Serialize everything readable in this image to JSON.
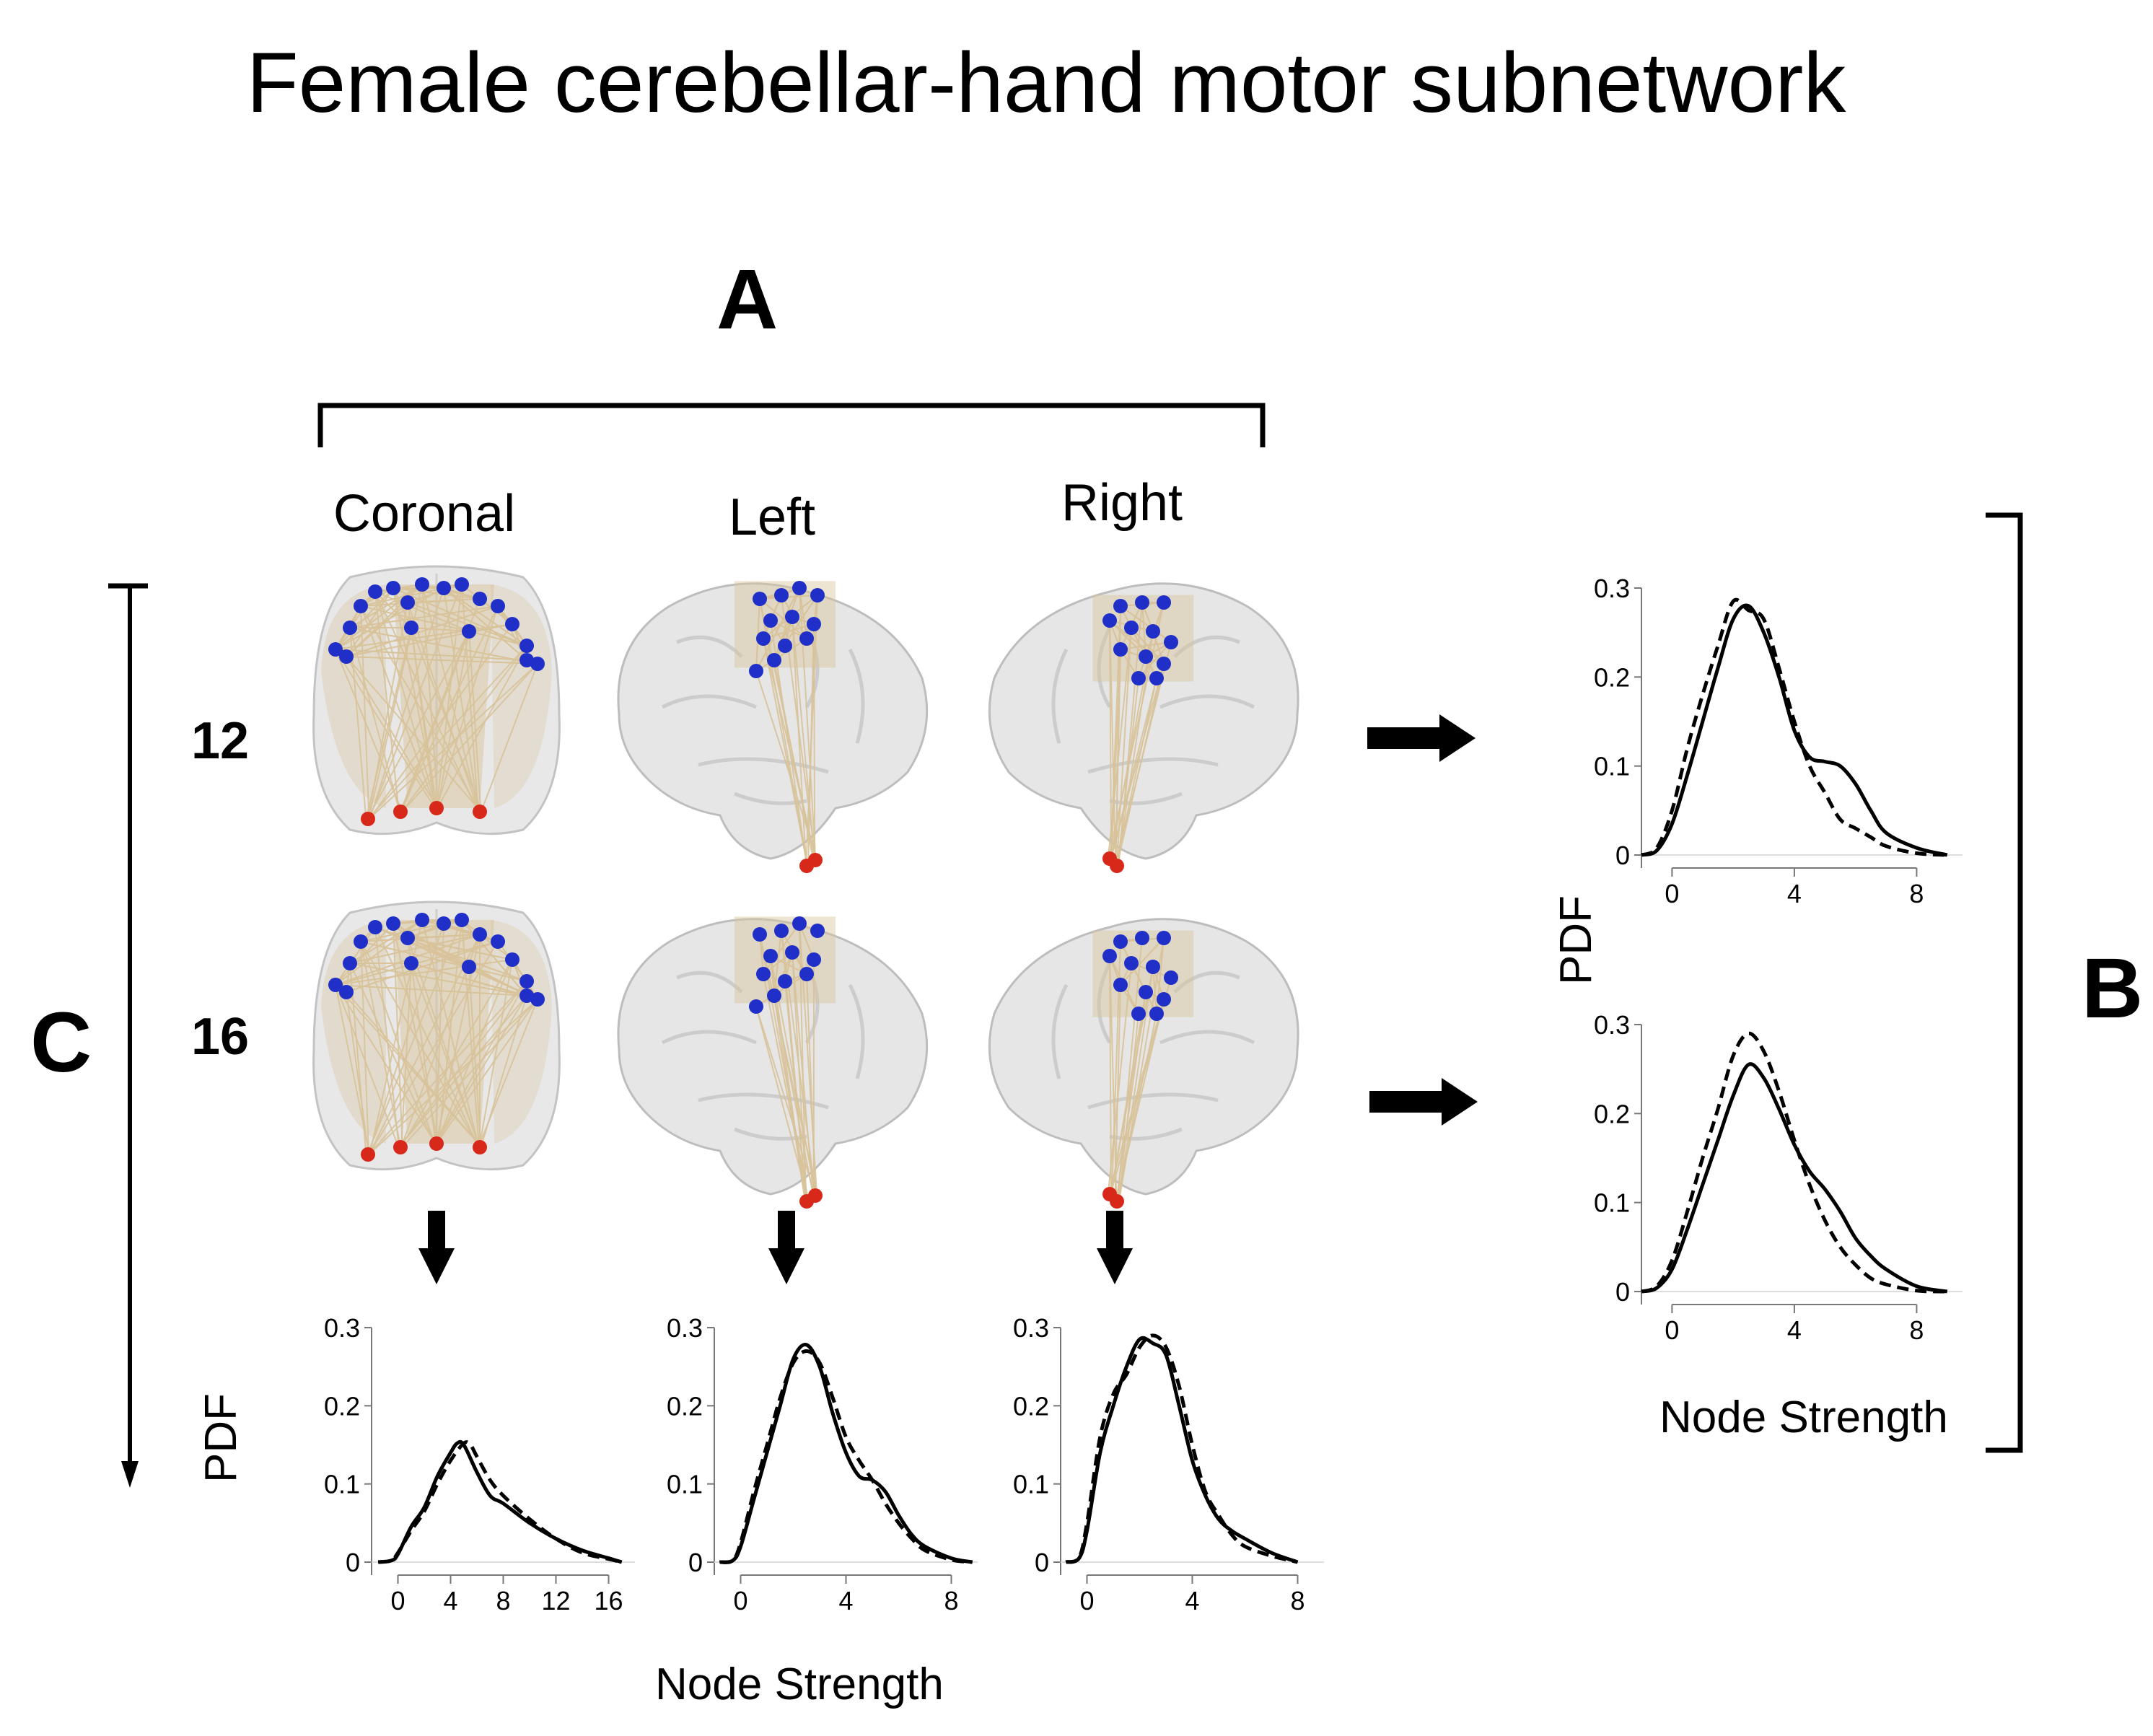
{
  "figure": {
    "title": "Female cerebellar-hand motor subnetwork",
    "panels": {
      "a": "A",
      "b": "B",
      "c": "C"
    },
    "views": [
      "Coronal",
      "Left",
      "Right"
    ],
    "rows": [
      "12",
      "16"
    ],
    "ylabel": "PDF",
    "xlabel": "Node Strength"
  },
  "colors": {
    "cortex_node": "#1f2fc8",
    "cerebellum_node": "#d8281a",
    "edge": "#d8c39a",
    "brain": "#e6e6e6"
  },
  "chart_data": [
    {
      "id": "c-coronal",
      "type": "line",
      "xlim": [
        -2,
        18
      ],
      "ylim": [
        0,
        0.3
      ],
      "xticks": [
        "0",
        "4",
        "8",
        "12",
        "16"
      ],
      "yticks": [
        "0",
        "0.1",
        "0.2",
        "0.3"
      ],
      "series": [
        {
          "style": "solid",
          "x": [
            -1.5,
            -0.5,
            0,
            1,
            2,
            3,
            4,
            4.5,
            5,
            6,
            7,
            8,
            10,
            12,
            14,
            16,
            17
          ],
          "y": [
            0,
            0.002,
            0.01,
            0.045,
            0.07,
            0.11,
            0.14,
            0.152,
            0.15,
            0.115,
            0.085,
            0.075,
            0.05,
            0.03,
            0.015,
            0.005,
            0
          ]
        },
        {
          "style": "dashed",
          "x": [
            -1.5,
            -0.5,
            0,
            1,
            2,
            3,
            4,
            5,
            5.5,
            6,
            7,
            8,
            10,
            12,
            14,
            16,
            17
          ],
          "y": [
            0,
            0.002,
            0.012,
            0.04,
            0.065,
            0.1,
            0.13,
            0.152,
            0.15,
            0.135,
            0.105,
            0.085,
            0.055,
            0.03,
            0.012,
            0.004,
            0
          ]
        }
      ]
    },
    {
      "id": "c-left",
      "type": "line",
      "xlim": [
        -1,
        9
      ],
      "ylim": [
        0,
        0.3
      ],
      "xticks": [
        "0",
        "4",
        "8"
      ],
      "yticks": [
        "0",
        "0.1",
        "0.2",
        "0.3"
      ],
      "series": [
        {
          "style": "solid",
          "x": [
            -0.8,
            -0.3,
            0,
            0.5,
            1,
            1.5,
            2,
            2.5,
            3,
            3.5,
            4,
            4.5,
            5,
            5.5,
            6,
            6.5,
            7,
            8,
            8.8
          ],
          "y": [
            0,
            0.002,
            0.02,
            0.08,
            0.14,
            0.2,
            0.26,
            0.278,
            0.25,
            0.19,
            0.14,
            0.11,
            0.105,
            0.09,
            0.06,
            0.035,
            0.02,
            0.005,
            0
          ]
        },
        {
          "style": "dashed",
          "x": [
            -0.8,
            -0.3,
            0,
            0.5,
            1,
            1.5,
            2,
            2.5,
            3,
            3.5,
            4,
            4.5,
            5,
            5.5,
            6,
            6.5,
            7,
            8,
            8.8
          ],
          "y": [
            0,
            0.002,
            0.025,
            0.09,
            0.15,
            0.21,
            0.255,
            0.27,
            0.255,
            0.21,
            0.16,
            0.13,
            0.105,
            0.075,
            0.05,
            0.03,
            0.015,
            0.003,
            0
          ]
        }
      ]
    },
    {
      "id": "c-right",
      "type": "line",
      "xlim": [
        -1,
        9
      ],
      "ylim": [
        0,
        0.3
      ],
      "xticks": [
        "0",
        "4",
        "8"
      ],
      "yticks": [
        "0",
        "0.1",
        "0.2",
        "0.3"
      ],
      "series": [
        {
          "style": "solid",
          "x": [
            -0.8,
            -0.3,
            0,
            0.5,
            1,
            1.5,
            2,
            2.5,
            3,
            3.5,
            4,
            4.5,
            5,
            5.5,
            6,
            7,
            8
          ],
          "y": [
            0,
            0.005,
            0.04,
            0.14,
            0.2,
            0.25,
            0.285,
            0.28,
            0.265,
            0.2,
            0.13,
            0.085,
            0.055,
            0.04,
            0.03,
            0.012,
            0
          ]
        },
        {
          "style": "dashed",
          "x": [
            -0.8,
            -0.3,
            0,
            0.5,
            1,
            1.5,
            2,
            2.5,
            3,
            3.5,
            4,
            4.5,
            5,
            5.5,
            6,
            7,
            8
          ],
          "y": [
            0,
            0.006,
            0.05,
            0.16,
            0.215,
            0.24,
            0.275,
            0.29,
            0.275,
            0.225,
            0.15,
            0.09,
            0.06,
            0.035,
            0.02,
            0.008,
            0
          ]
        }
      ]
    },
    {
      "id": "b-12",
      "type": "line",
      "xlim": [
        -1,
        9.5
      ],
      "ylim": [
        0,
        0.3
      ],
      "xticks": [
        "0",
        "4",
        "8"
      ],
      "yticks": [
        "0",
        "0.1",
        "0.2",
        "0.3"
      ],
      "series": [
        {
          "style": "solid",
          "x": [
            -1,
            -0.5,
            0,
            0.5,
            1,
            1.5,
            2,
            2.5,
            3,
            3.5,
            4,
            4.5,
            5,
            5.5,
            6,
            6.5,
            7,
            8,
            9
          ],
          "y": [
            0,
            0.005,
            0.035,
            0.09,
            0.15,
            0.21,
            0.265,
            0.28,
            0.25,
            0.2,
            0.14,
            0.11,
            0.105,
            0.1,
            0.08,
            0.05,
            0.025,
            0.008,
            0
          ]
        },
        {
          "style": "dashed",
          "x": [
            -1,
            -0.5,
            0,
            0.5,
            1,
            1.5,
            2,
            2.5,
            3,
            3.5,
            4,
            4.5,
            5,
            5.5,
            6,
            6.5,
            7,
            8,
            9
          ],
          "y": [
            0,
            0.008,
            0.05,
            0.12,
            0.18,
            0.235,
            0.285,
            0.275,
            0.265,
            0.21,
            0.15,
            0.1,
            0.07,
            0.04,
            0.03,
            0.02,
            0.01,
            0.002,
            0
          ]
        }
      ]
    },
    {
      "id": "b-16",
      "type": "line",
      "xlim": [
        -1,
        9.5
      ],
      "ylim": [
        0,
        0.3
      ],
      "xticks": [
        "0",
        "4",
        "8"
      ],
      "yticks": [
        "0",
        "0.1",
        "0.2",
        "0.3"
      ],
      "series": [
        {
          "style": "solid",
          "x": [
            -1,
            -0.5,
            0,
            0.5,
            1,
            1.5,
            2,
            2.5,
            3,
            3.5,
            4,
            4.5,
            5,
            5.5,
            6,
            6.5,
            7,
            8,
            9
          ],
          "y": [
            0,
            0.004,
            0.025,
            0.07,
            0.12,
            0.17,
            0.22,
            0.255,
            0.24,
            0.205,
            0.165,
            0.135,
            0.115,
            0.09,
            0.06,
            0.04,
            0.025,
            0.006,
            0
          ]
        },
        {
          "style": "dashed",
          "x": [
            -1,
            -0.5,
            0,
            0.5,
            1,
            1.5,
            2,
            2.5,
            3,
            3.5,
            4,
            4.5,
            5,
            5.5,
            6,
            6.5,
            7,
            8,
            9
          ],
          "y": [
            0,
            0.006,
            0.035,
            0.09,
            0.15,
            0.205,
            0.265,
            0.29,
            0.27,
            0.225,
            0.17,
            0.12,
            0.08,
            0.05,
            0.03,
            0.015,
            0.008,
            0.001,
            0
          ]
        }
      ]
    }
  ]
}
